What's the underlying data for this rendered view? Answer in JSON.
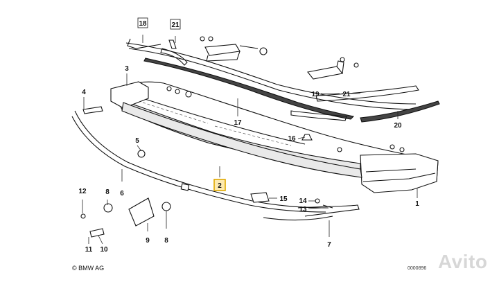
{
  "diagram": {
    "copyright": "© BMW AG",
    "drawing_number": "0000896",
    "watermark": "Avito",
    "highlighted_callout": "2",
    "callouts": [
      {
        "id": "c18",
        "label": "18"
      },
      {
        "id": "c21a",
        "label": "21"
      },
      {
        "id": "c3",
        "label": "3"
      },
      {
        "id": "c4",
        "label": "4"
      },
      {
        "id": "c19",
        "label": "19"
      },
      {
        "id": "c21b",
        "label": "21"
      },
      {
        "id": "c17",
        "label": "17"
      },
      {
        "id": "c20",
        "label": "20"
      },
      {
        "id": "c5",
        "label": "5"
      },
      {
        "id": "c16",
        "label": "16"
      },
      {
        "id": "c2",
        "label": "2"
      },
      {
        "id": "c15",
        "label": "15"
      },
      {
        "id": "c14",
        "label": "14"
      },
      {
        "id": "c13",
        "label": "13"
      },
      {
        "id": "c1",
        "label": "1"
      },
      {
        "id": "c12",
        "label": "12"
      },
      {
        "id": "c8a",
        "label": "8"
      },
      {
        "id": "c6",
        "label": "6"
      },
      {
        "id": "c9",
        "label": "9"
      },
      {
        "id": "c8b",
        "label": "8"
      },
      {
        "id": "c11",
        "label": "11"
      },
      {
        "id": "c10",
        "label": "10"
      },
      {
        "id": "c7",
        "label": "7"
      }
    ]
  }
}
